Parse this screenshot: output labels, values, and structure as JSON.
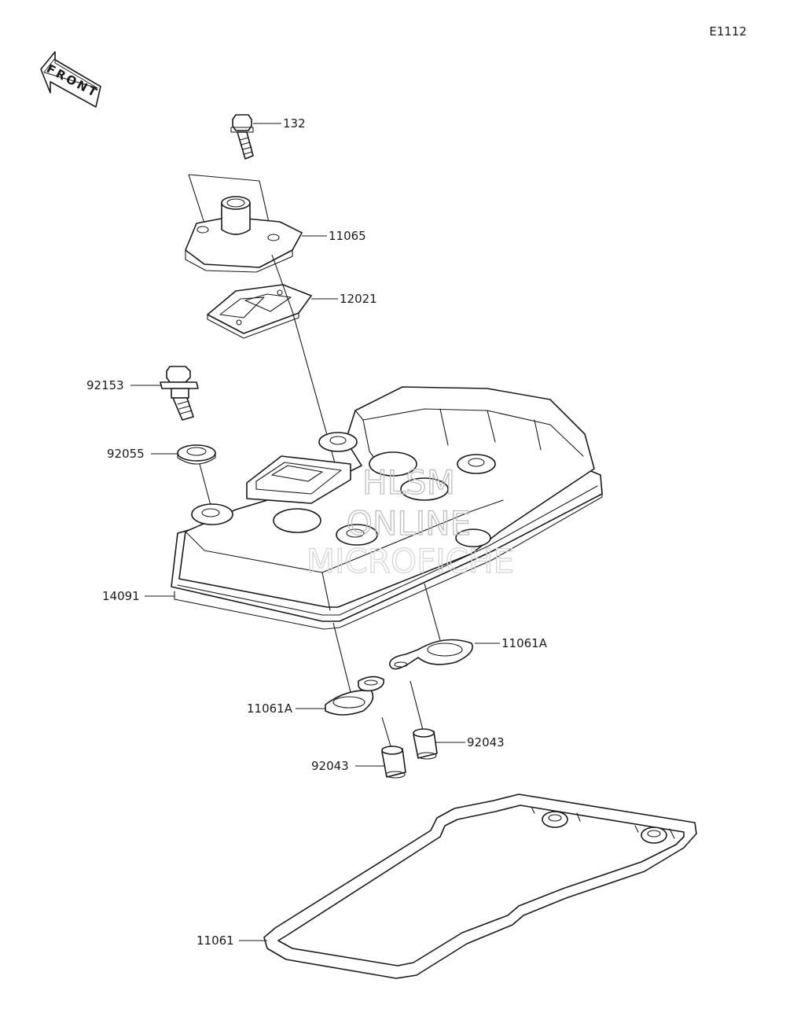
{
  "diagram_code": "E1112",
  "front_arrow_label": "FRONT",
  "watermark": {
    "line1": "HLSM",
    "line2": "ONLINE",
    "line3": "MICROFICHE"
  },
  "parts": [
    {
      "id": "p132",
      "number": "132"
    },
    {
      "id": "p11065",
      "number": "11065"
    },
    {
      "id": "p12021",
      "number": "12021"
    },
    {
      "id": "p92153",
      "number": "92153"
    },
    {
      "id": "p92055",
      "number": "92055"
    },
    {
      "id": "p14091",
      "number": "14091"
    },
    {
      "id": "p11061a_right",
      "number": "11061A"
    },
    {
      "id": "p11061a_left",
      "number": "11061A"
    },
    {
      "id": "p92043_right",
      "number": "92043"
    },
    {
      "id": "p92043_left",
      "number": "92043"
    },
    {
      "id": "p11061",
      "number": "11061"
    }
  ]
}
